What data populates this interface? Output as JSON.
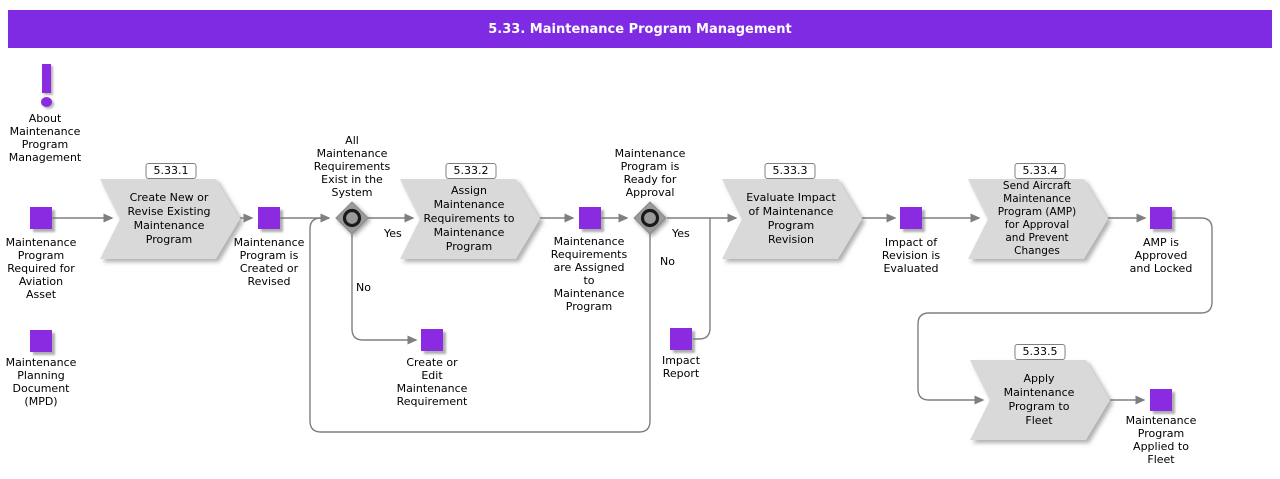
{
  "colors": {
    "header_bg": "#7E2BE3",
    "event_purple": "#8A2BE2",
    "task_gray": "#D9D9D9",
    "line_gray": "#7F7F7F"
  },
  "header": {
    "title": "5.33. Maintenance Program Management"
  },
  "about": {
    "label": "About\nMaintenance\nProgram\nManagement"
  },
  "events": [
    {
      "label": "Maintenance\nProgram\nRequired for\nAviation\nAsset"
    },
    {
      "label": "Maintenance\nPlanning\nDocument\n(MPD)"
    },
    {
      "label": "Maintenance\nProgram is\nCreated or\nRevised"
    },
    {
      "label": "Create or\nEdit\nMaintenance\nRequirement"
    },
    {
      "label": "Maintenance\nRequirements\nare Assigned\nto\nMaintenance\nProgram"
    },
    {
      "label": "Impact\nReport"
    },
    {
      "label": "Impact of\nRevision is\nEvaluated"
    },
    {
      "label": "AMP is\nApproved\nand Locked"
    },
    {
      "label": "Maintenance\nProgram\nApplied to\nFleet"
    }
  ],
  "tasks": [
    {
      "number": "5.33.1",
      "label": "Create New or\nRevise Existing\nMaintenance\nProgram"
    },
    {
      "number": "5.33.2",
      "label": "Assign\nMaintenance\nRequirements to\nMaintenance\nProgram"
    },
    {
      "number": "5.33.3",
      "label": "Evaluate Impact\nof Maintenance\nProgram\nRevision"
    },
    {
      "number": "5.33.4",
      "label": "Send Aircraft\nMaintenance\nProgram (AMP)\nfor Approval\nand Prevent\nChanges"
    },
    {
      "number": "5.33.5",
      "label": "Apply\nMaintenance\nProgram to\nFleet"
    }
  ],
  "gateways": [
    {
      "label": "All\nMaintenance\nRequirements\nExist in the\nSystem",
      "yes": "Yes",
      "no": "No"
    },
    {
      "label": "Maintenance\nProgram is\nReady for\nApproval",
      "yes": "Yes",
      "no": "No"
    }
  ]
}
